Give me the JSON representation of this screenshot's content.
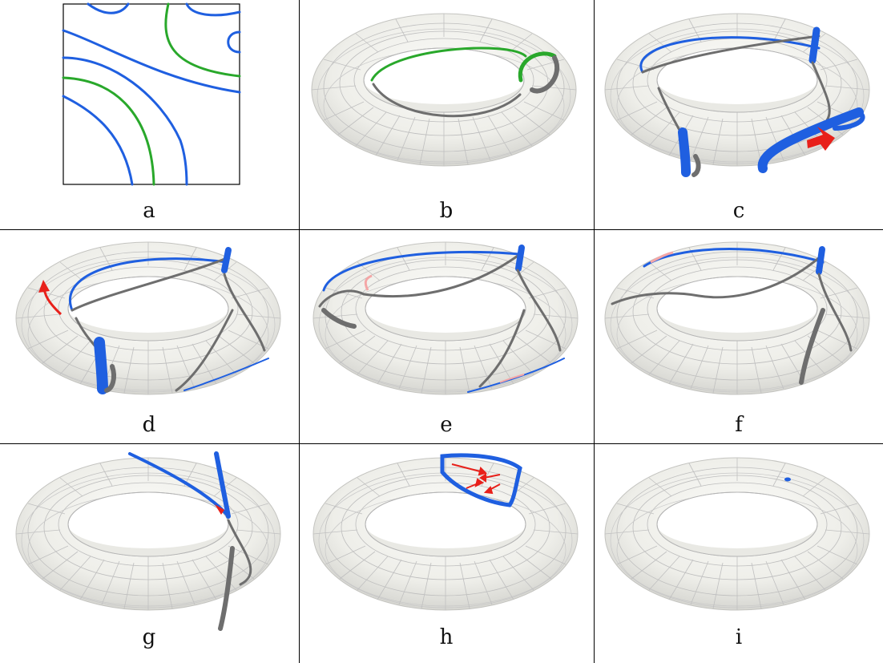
{
  "panels": [
    {
      "id": "a",
      "label": "a"
    },
    {
      "id": "b",
      "label": "b"
    },
    {
      "id": "c",
      "label": "c"
    },
    {
      "id": "d",
      "label": "d"
    },
    {
      "id": "e",
      "label": "e"
    },
    {
      "id": "f",
      "label": "f"
    },
    {
      "id": "g",
      "label": "g"
    },
    {
      "id": "h",
      "label": "h"
    },
    {
      "id": "i",
      "label": "i"
    }
  ],
  "colors": {
    "blue_curve": "#1f5fe0",
    "green_curve": "#29a82b",
    "gray_curve": "#6e6e6e",
    "red_arrow": "#e8201a",
    "pink_arrow": "#f4a6a6",
    "torus_fill": "#f3f3ef",
    "torus_grid": "#b9b9b9"
  }
}
